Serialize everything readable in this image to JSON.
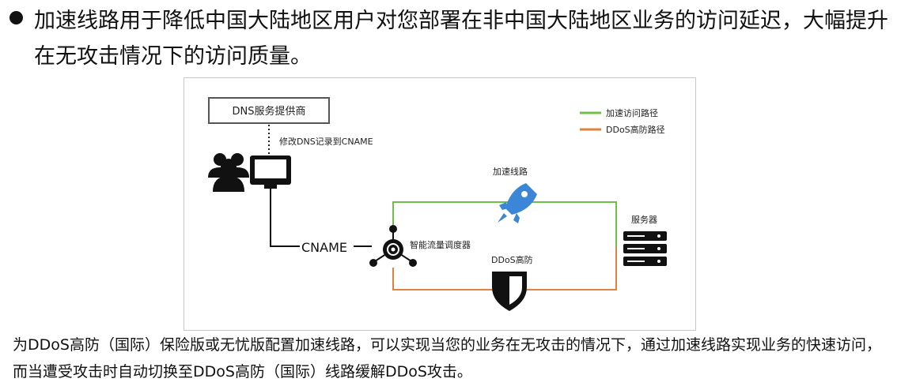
{
  "bullet": {
    "text": "加速线路用于降低中国大陆地区用户对您部署在非中国大陆地区业务的访问延迟，大幅提升在无攻击情况下的访问质量。"
  },
  "diagram": {
    "dns_provider_label": "DNS服务提供商",
    "modify_dns_label": "修改DNS记录到CNAME",
    "cname_label": "CNAME",
    "scheduler_label": "智能流量调度器",
    "accel_line_label": "加速线路",
    "ddos_label": "DDoS高防",
    "server_label": "服务器",
    "legend": [
      {
        "label": "加速访问路径",
        "color": "#6fbf4a"
      },
      {
        "label": "DDoS高防路径",
        "color": "#e0813f"
      }
    ],
    "colors": {
      "accel": "#6fbf4a",
      "ddos": "#e0813f",
      "rocket": "#3b86d6",
      "dark": "#111111"
    }
  },
  "caption": {
    "text": "为DDoS高防（国际）保险版或无忧版配置加速线路，可以实现当您的业务在无攻击的情况下，通过加速线路实现业务的快速访问，而当遭受攻击时自动切换至DDoS高防（国际）线路缓解DDoS攻击。"
  }
}
